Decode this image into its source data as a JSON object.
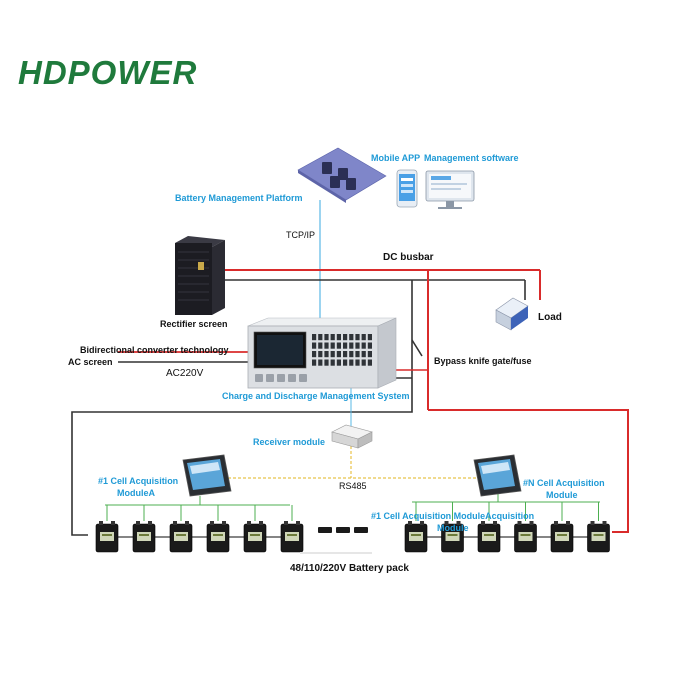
{
  "brand": {
    "name": "HDPOWER",
    "color": "#1f7a3c"
  },
  "labels": {
    "mobile_app": "Mobile APP",
    "management_software": "Management software",
    "platform": "Battery Management Platform",
    "tcpip": "TCP/IP",
    "dc_busbar": "DC busbar",
    "rectifier": "Rectifier screen",
    "load": "Load",
    "bidirectional": "Bidirectional converter technology",
    "ac_screen": "AC screen",
    "ac220v": "AC220V",
    "bypass": "Bypass knife gate/fuse",
    "cdms": "Charge and Discharge Management System",
    "receiver": "Receiver module",
    "rs485": "RS485",
    "module_a_line1": "#1 Cell Acquisition",
    "module_a_line2": "ModuleA",
    "module_n_line1": "#N Cell Acquisition",
    "module_n_line2": "Module",
    "module_mid_line1": "#1 Cell Acquisition ModuleAcquisition",
    "module_mid_line2": "Module",
    "battery_pack": "48/110/220V Battery pack"
  },
  "colors": {
    "accent_blue": "#1f9ad6",
    "wire_red": "#d92b2b",
    "wire_dark": "#333333",
    "signal_yellow": "#e8c34a",
    "signal_green": "#4caf50",
    "cabinet": "#1c1c22"
  },
  "battery_cells": {
    "left_group": 6,
    "right_group": 6
  }
}
